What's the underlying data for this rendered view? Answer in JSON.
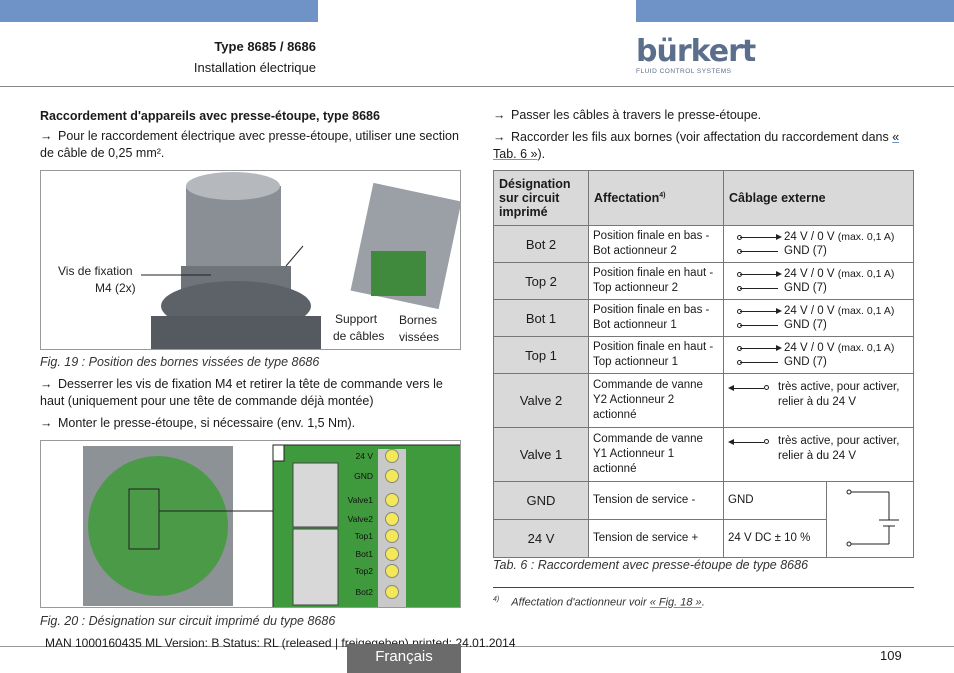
{
  "header": {
    "title": "Type 8685 / 8686",
    "subtitle": "Installation électrique",
    "logo_text": "bürkert",
    "logo_tagline": "FLUID CONTROL SYSTEMS"
  },
  "left": {
    "heading": "Raccordement d'appareils avec presse-étoupe, type 8686",
    "step1": "Pour le raccordement électrique avec presse-étoupe, utiliser une section de câble de 0,25 mm².",
    "fig19": {
      "label_vis": "Vis de fixation",
      "label_m4": "M4 (2x)",
      "label_support": "Support",
      "label_cables": "de câbles",
      "label_bornes": "Bornes",
      "label_vissees": "vissées",
      "caption": "Fig. 19 :  Position des bornes vissées de type 8686"
    },
    "step2": "Desserrer les vis de fixation M4 et retirer la tête de commande vers le haut (uniquement pour une tête de commande déjà montée)",
    "step3": "Monter le presse-étoupe, si nécessaire (env. 1,5 Nm).",
    "fig20": {
      "terminals": [
        "24 V",
        "GND",
        "Valve1",
        "Valve2",
        "Top1",
        "Bot1",
        "Top2",
        "Bot2"
      ],
      "caption": "Fig. 20 :  Désignation sur circuit imprimé du type 8686"
    }
  },
  "right": {
    "step1": "Passer les câbles à travers le presse-étoupe.",
    "step2_pre": "Raccorder les fils aux bornes (voir affectation du raccordement dans ",
    "step2_link": "« Tab. 6 »",
    "step2_post": ").",
    "table": {
      "headers": {
        "col1": "Désignation sur circuit imprimé",
        "col2": "Affectation",
        "col2_sup": "4)",
        "col3": "Câblage externe"
      },
      "rows": [
        {
          "name": "Bot 2",
          "assign": "Position finale en bas - Bot actionneur 2",
          "w1": "24 V / 0 V",
          "w1s": "(max. 0,1 A)",
          "w2": "GND (7)"
        },
        {
          "name": "Top 2",
          "assign": "Position finale en haut - Top actionneur 2",
          "w1": "24 V / 0 V",
          "w1s": "(max. 0,1 A)",
          "w2": "GND (7)"
        },
        {
          "name": "Bot 1",
          "assign": "Position finale en bas - Bot actionneur 1",
          "w1": "24 V / 0 V",
          "w1s": "(max. 0,1 A)",
          "w2": "GND (7)"
        },
        {
          "name": "Top 1",
          "assign": "Position finale en haut - Top actionneur 1",
          "w1": "24 V / 0 V",
          "w1s": "(max. 0,1 A)",
          "w2": "GND (7)"
        }
      ],
      "valves": [
        {
          "name": "Valve 2",
          "assign": "Commande de vanne Y2 Actionneur 2 actionné",
          "wire": "très active, pour activer, relier à du 24 V"
        },
        {
          "name": "Valve 1",
          "assign": "Commande de vanne Y1 Actionneur 1 actionné",
          "wire": "très active, pour activer, relier à du 24 V"
        }
      ],
      "gnd": {
        "name": "GND",
        "assign": "Tension de service -",
        "val": "GND"
      },
      "v24": {
        "name": "24 V",
        "assign": "Tension de service +",
        "val": "24 V DC ± 10 %"
      },
      "caption": "Tab. 6 :   Raccordement avec presse-étoupe de type 8686"
    },
    "footnote_num": "4)",
    "footnote_pre": "Affectation d'actionneur voir ",
    "footnote_link": "« Fig. 18 »",
    "footnote_post": "."
  },
  "footer": {
    "status": "MAN  1000160435  ML  Version: B Status: RL (released | freigegeben)  printed: 24.01.2014",
    "language": "Français",
    "page": "109"
  }
}
